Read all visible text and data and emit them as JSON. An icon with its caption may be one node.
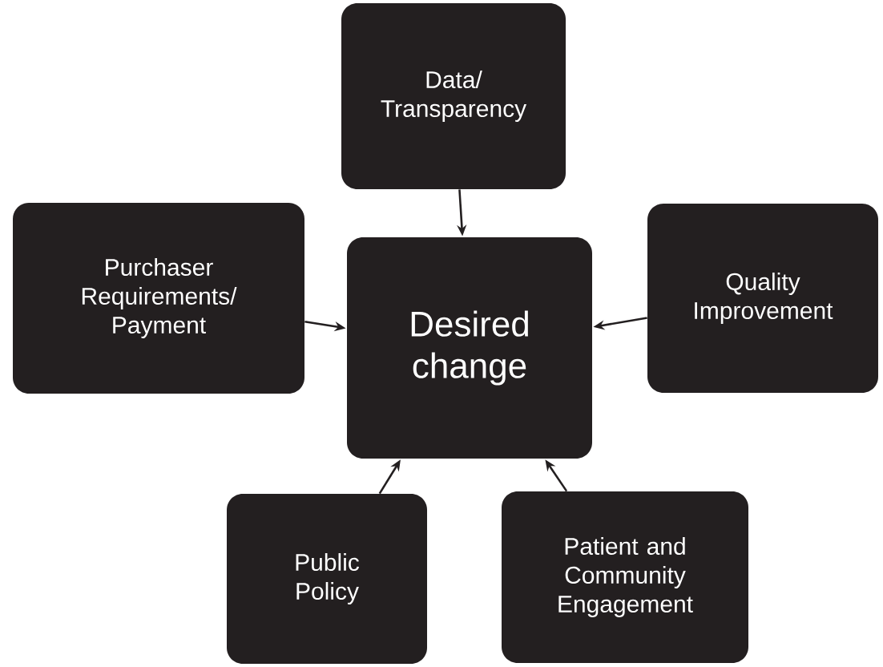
{
  "diagram": {
    "nodes": [
      {
        "text": [
          "Desired change"
        ]
      },
      {
        "text": [
          "Data/ Transparency"
        ]
      },
      {
        "text": [
          "Purchaser Requirements/ Payment"
        ]
      },
      {
        "text": [
          "Quality Improvement"
        ]
      },
      {
        "text": [
          "Public Policy"
        ]
      },
      {
        "text": [
          "Patient and Community Engagement"
        ]
      }
    ],
    "edges": [
      {
        "from": 1,
        "to": 0,
        "arrow": "to"
      },
      {
        "from": 2,
        "to": 0,
        "arrow": "to"
      },
      {
        "from": 3,
        "to": 0,
        "arrow": "to"
      },
      {
        "from": 4,
        "to": 0,
        "arrow": "to"
      },
      {
        "from": 5,
        "to": 0,
        "arrow": "to"
      }
    ]
  }
}
